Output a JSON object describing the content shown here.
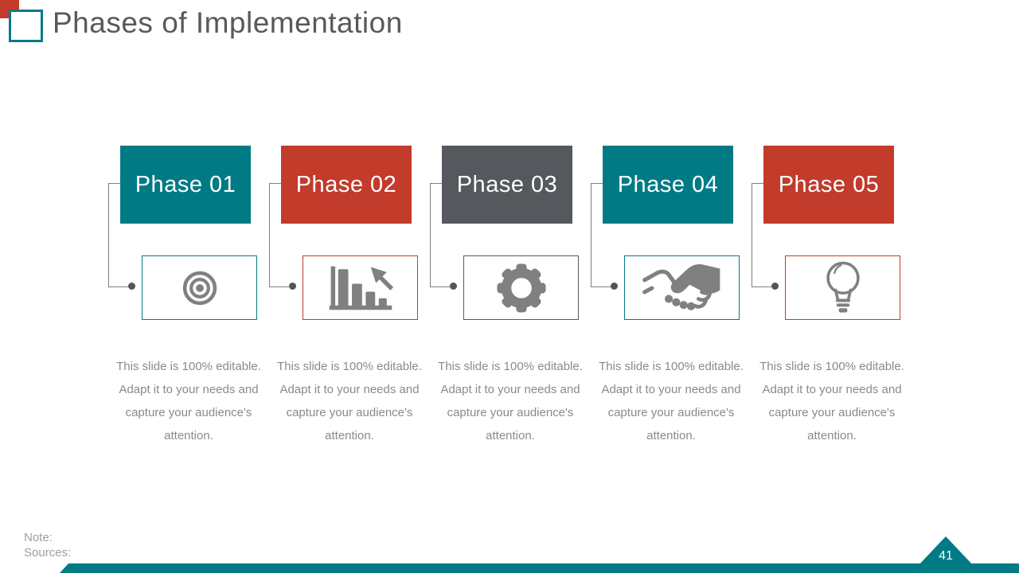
{
  "slide": {
    "title": "Phases of Implementation",
    "footer": {
      "note_label": "Note:",
      "sources_label": "Sources:",
      "page_number": "41"
    },
    "colors": {
      "teal": "#007B86",
      "red": "#C23B2B",
      "dark_gray": "#55585C",
      "icon_gray": "#808080"
    }
  },
  "phases": [
    {
      "label": "Phase 01",
      "color": "#007B86",
      "icon": "target-icon",
      "desc_lines": [
        "This slide is 100% editable.",
        "Adapt it to your needs and",
        "capture your audience's",
        "attention."
      ]
    },
    {
      "label": "Phase 02",
      "color": "#C23B2B",
      "icon": "bar-chart-arrow-icon",
      "desc_lines": [
        "This slide is 100% editable.",
        "Adapt it to your needs and",
        "capture your audience's",
        "attention."
      ]
    },
    {
      "label": "Phase 03",
      "color": "#55585C",
      "icon": "gear-icon",
      "desc_lines": [
        "This slide is 100% editable.",
        "Adapt it to your needs and",
        "capture your audience's",
        "attention."
      ]
    },
    {
      "label": "Phase 04",
      "color": "#007B86",
      "icon": "handshake-icon",
      "desc_lines": [
        "This slide is 100% editable.",
        "Adapt it to your needs and",
        "capture your audience's",
        "attention."
      ]
    },
    {
      "label": "Phase 05",
      "color": "#C23B2B",
      "icon": "lightbulb-icon",
      "desc_lines": [
        "This slide is 100% editable.",
        "Adapt it to your needs and",
        "capture your audience's",
        "attention."
      ]
    }
  ]
}
